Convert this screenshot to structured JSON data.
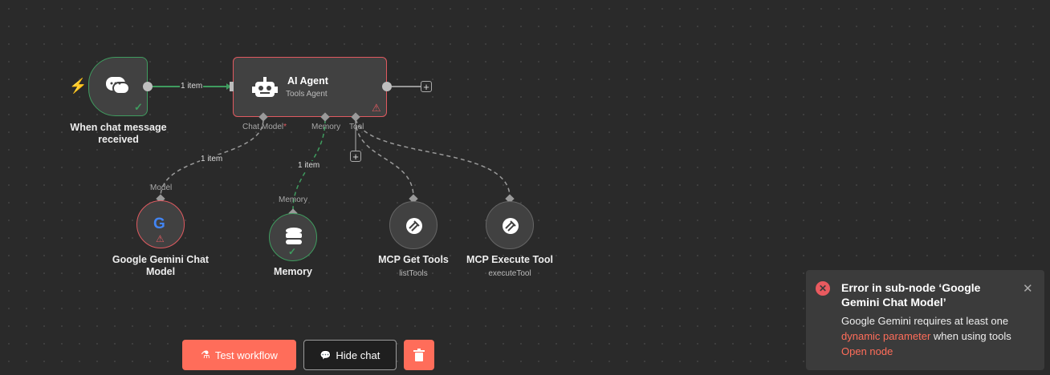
{
  "nodes": {
    "trigger": {
      "title": "When chat message received",
      "status": "success"
    },
    "agent": {
      "title": "AI Agent",
      "subtitle": "Tools Agent",
      "status": "warning"
    },
    "gemini": {
      "title": "Google Gemini Chat Model",
      "status": "warning"
    },
    "memory": {
      "title": "Memory",
      "status": "success"
    },
    "mcp_get": {
      "title": "MCP Get Tools",
      "subtitle": "listTools"
    },
    "mcp_exec": {
      "title": "MCP Execute Tool",
      "subtitle": "executeTool"
    }
  },
  "ports": {
    "chat_model": "Chat Model",
    "chat_model_required": "*",
    "memory": "Memory",
    "tool": "Tool",
    "model_in": "Model",
    "memory_in": "Memory"
  },
  "edge_labels": {
    "trigger_to_agent": "1 item",
    "model": "1 item",
    "memory": "1 item"
  },
  "buttons": {
    "test_workflow": "Test workflow",
    "hide_chat": "Hide chat"
  },
  "toast": {
    "title": "Error in sub-node ‘Google Gemini Chat Model’",
    "body_prefix": "Google Gemini requires at least one ",
    "body_link": "dynamic parameter",
    "body_suffix": " when using tools",
    "action": "Open node"
  },
  "colors": {
    "accent": "#ff6d5a",
    "success": "#3f9c5f",
    "error": "#e05a60",
    "canvas": "#2a2a2a",
    "node": "#414141"
  }
}
